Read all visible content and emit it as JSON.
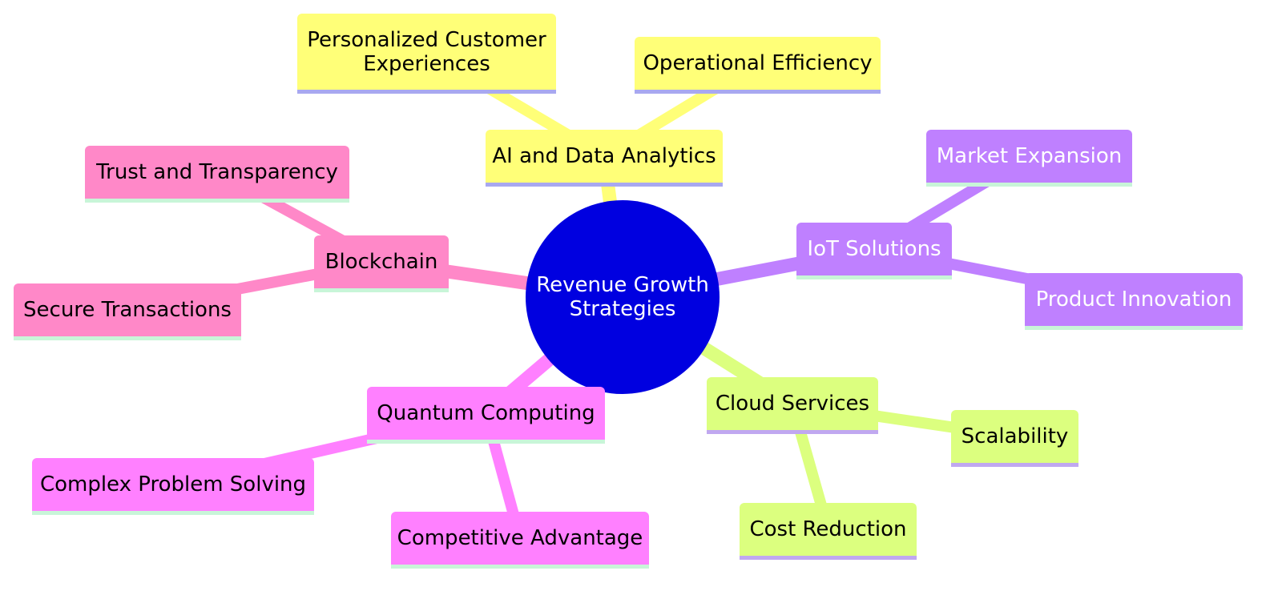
{
  "diagram": {
    "root": {
      "label": "Revenue Growth Strategies",
      "color": "#0000e0",
      "text_color": "#ffffff"
    },
    "branches": [
      {
        "id": "ai",
        "label": "AI and Data Analytics",
        "color": "#ffff78",
        "line_color": "#ffff78",
        "underline": "#a8a8f0",
        "text_color": "#000000",
        "children": [
          "Personalized Customer Experiences",
          "Operational Efficiency"
        ]
      },
      {
        "id": "iot",
        "label": "IoT Solutions",
        "color": "#bf80ff",
        "line_color": "#bf80ff",
        "underline": "#c8f5d8",
        "text_color": "#ffffff",
        "children": [
          "Market Expansion",
          "Product Innovation"
        ]
      },
      {
        "id": "cloud",
        "label": "Cloud Services",
        "color": "#dcff7f",
        "line_color": "#dcff7f",
        "underline": "#c0a8f0",
        "text_color": "#000000",
        "children": [
          "Scalability",
          "Cost Reduction"
        ]
      },
      {
        "id": "quantum",
        "label": "Quantum Computing",
        "color": "#ff80ff",
        "line_color": "#ff80ff",
        "underline": "#c8f5d8",
        "text_color": "#000000",
        "children": [
          "Complex Problem Solving",
          "Competitive Advantage"
        ]
      },
      {
        "id": "blockchain",
        "label": "Blockchain",
        "color": "#ff88c8",
        "line_color": "#ff88c8",
        "underline": "#c8f5d8",
        "text_color": "#000000",
        "children": [
          "Trust and Transparency",
          "Secure Transactions"
        ]
      }
    ]
  }
}
